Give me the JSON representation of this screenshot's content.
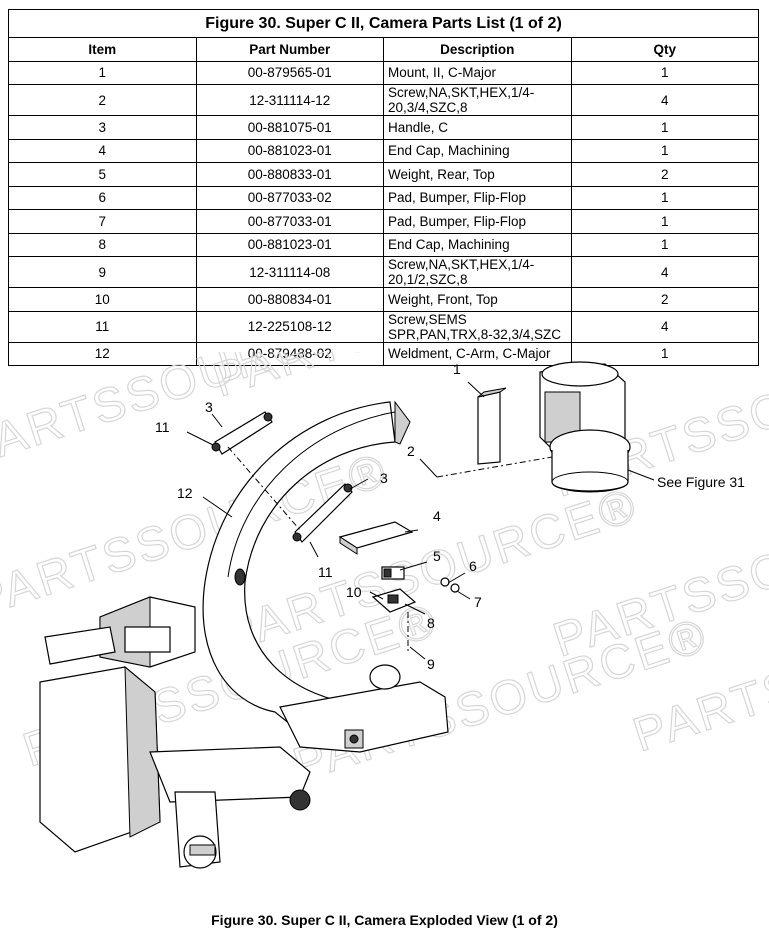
{
  "table": {
    "title": "Figure 30.  Super C II, Camera Parts List (1 of 2)",
    "headers": {
      "item": "Item",
      "part_number": "Part Number",
      "description": "Description",
      "qty": "Qty"
    },
    "rows": [
      {
        "item": "1",
        "part": "00-879565-01",
        "desc": "Mount, II, C-Major",
        "qty": "1"
      },
      {
        "item": "2",
        "part": "12-311114-12",
        "desc": "Screw,NA,SKT,HEX,1/4-20,3/4,SZC,8",
        "qty": "4"
      },
      {
        "item": "3",
        "part": "00-881075-01",
        "desc": "Handle, C",
        "qty": "1"
      },
      {
        "item": "4",
        "part": "00-881023-01",
        "desc": "End Cap, Machining",
        "qty": "1"
      },
      {
        "item": "5",
        "part": "00-880833-01",
        "desc": "Weight, Rear, Top",
        "qty": "2"
      },
      {
        "item": "6",
        "part": "00-877033-02",
        "desc": "Pad, Bumper, Flip-Flop",
        "qty": "1"
      },
      {
        "item": "7",
        "part": "00-877033-01",
        "desc": "Pad, Bumper, Flip-Flop",
        "qty": "1"
      },
      {
        "item": "8",
        "part": "00-881023-01",
        "desc": "End Cap, Machining",
        "qty": "1"
      },
      {
        "item": "9",
        "part": "12-311114-08",
        "desc": "Screw,NA,SKT,HEX,1/4-20,1/2,SZC,8",
        "qty": "4"
      },
      {
        "item": "10",
        "part": "00-880834-01",
        "desc": "Weight, Front, Top",
        "qty": "2"
      },
      {
        "item": "11",
        "part": "12-225108-12",
        "desc": "Screw,SEMS SPR,PAN,TRX,8-32,3/4,SZC",
        "qty": "4"
      },
      {
        "item": "12",
        "part": "00-879488-02",
        "desc": "Weldment, C-Arm, C-Major",
        "qty": "1"
      }
    ]
  },
  "diagram": {
    "callouts": {
      "c1": "1",
      "c2": "2",
      "c3a": "3",
      "c3b": "3",
      "c4": "4",
      "c5": "5",
      "c6": "6",
      "c7": "7",
      "c8": "8",
      "c9": "9",
      "c10": "10",
      "c11a": "11",
      "c11b": "11",
      "c12": "12"
    },
    "see_figure": "See Figure 31"
  },
  "watermark": {
    "text": "PARTSSOURCE®"
  },
  "caption": "Figure 30.  Super C II, Camera Exploded View (1 of 2)"
}
